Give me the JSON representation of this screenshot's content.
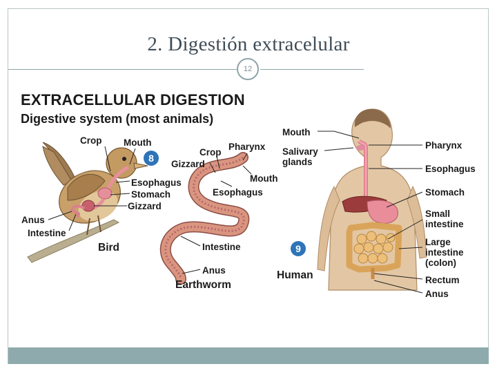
{
  "slide": {
    "title": "2. Digestión extracelular",
    "page_number": "12"
  },
  "figure": {
    "title": "EXTRACELLULAR DIGESTION",
    "subtitle": "Digestive system (most animals)",
    "bird": {
      "number": "8",
      "caption": "Bird",
      "labels": {
        "crop": "Crop",
        "mouth": "Mouth",
        "esophagus": "Esophagus",
        "stomach": "Stomach",
        "gizzard": "Gizzard",
        "anus": "Anus",
        "intestine": "Intestine"
      }
    },
    "earthworm": {
      "caption": "Earthworm",
      "labels": {
        "crop": "Crop",
        "pharynx": "Pharynx",
        "gizzard": "Gizzard",
        "mouth": "Mouth",
        "esophagus": "Esophagus",
        "intestine": "Intestine",
        "anus": "Anus"
      }
    },
    "human": {
      "number": "9",
      "caption": "Human",
      "labels": {
        "mouth": "Mouth",
        "salivary_glands": "Salivary glands",
        "pharynx": "Pharynx",
        "esophagus": "Esophagus",
        "stomach": "Stomach",
        "small_intestine": "Small intestine",
        "large_intestine": "Large intestine (colon)",
        "rectum": "Rectum",
        "anus": "Anus"
      }
    }
  },
  "colors": {
    "badge": "#2d74b8",
    "footer": "#8eaaac",
    "rule": "#8fa3a8"
  }
}
